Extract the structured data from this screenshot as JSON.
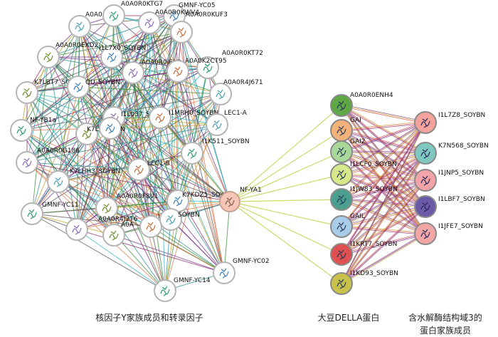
{
  "colors": {
    "node_fill": "#ffffff",
    "node_stroke": "#b5b5b5",
    "hub_fill": "#f6c6b6",
    "edge_colors": [
      "#2fb3c4",
      "#2c8f8f",
      "#3b8f3b",
      "#7a3a8c",
      "#8c2b6c",
      "#c4a22d",
      "#e07a4a",
      "#555555"
    ]
  },
  "diagram": {
    "left_cluster": {
      "caption": "核因子Y家族成员和转录因子",
      "nodes": [
        {
          "id": "n01",
          "label": "GMNF-YC05"
        },
        {
          "id": "n02",
          "label": "A0A0R0KTG7"
        },
        {
          "id": "n03",
          "label": "A0A0R0KWV4"
        },
        {
          "id": "n04",
          "label": "A0A0R0KUF3"
        },
        {
          "id": "n05",
          "label": "A0A0"
        },
        {
          "id": "n06",
          "label": "A0A0R0EXD2"
        },
        {
          "id": "n07",
          "label": "I1L7X0_SOYBN"
        },
        {
          "id": "n08",
          "label": "A0A0R0KT72"
        },
        {
          "id": "n09",
          "label": "A0A0R0IEV2"
        },
        {
          "id": "n10",
          "label": "A0A0K2CT95"
        },
        {
          "id": "n11",
          "label": "A0A0R4J671"
        },
        {
          "id": "n12",
          "label": "K7LBT7_SOYBN"
        },
        {
          "id": "n13",
          "label": "QU_SOYBN"
        },
        {
          "id": "n14",
          "label": "NF-YB1a"
        },
        {
          "id": "n15",
          "label": "I1L037_SOYBN"
        },
        {
          "id": "n16",
          "label": "I1MRH0_SOYBN"
        },
        {
          "id": "n17",
          "label": "LEC1-A"
        },
        {
          "id": "n18",
          "label": "K7LYA1"
        },
        {
          "id": "n19",
          "label": "N"
        },
        {
          "id": "n20",
          "label": "I1K511_SOYBN"
        },
        {
          "id": "n21",
          "label": "A0A0R0G186"
        },
        {
          "id": "n22",
          "label": "LEC1-B"
        },
        {
          "id": "n23",
          "label": "K7LHH3_SOYBN"
        },
        {
          "id": "n24",
          "label": "A0A0R0F8V1"
        },
        {
          "id": "n25",
          "label": "K7KDZ5_SOYBN"
        },
        {
          "id": "n26",
          "label": "GMNF-YC11"
        },
        {
          "id": "n27",
          "label": "A0A0R4J2T6"
        },
        {
          "id": "n28",
          "label": "I1K"
        },
        {
          "id": "n29",
          "label": "SOYBN"
        },
        {
          "id": "n30",
          "label": "A0A"
        },
        {
          "id": "n31",
          "label": "GMNF-YC02"
        },
        {
          "id": "n32",
          "label": "GMNF-YC14"
        }
      ]
    },
    "hub": {
      "id": "hub",
      "label": "NF-YA1"
    },
    "della": {
      "caption": "大豆DELLA蛋白",
      "nodes": [
        {
          "id": "d1",
          "label": "A0A0R0ENH4",
          "color": "#5fa845"
        },
        {
          "id": "d2",
          "label": "GAI",
          "color": "#f2b27a"
        },
        {
          "id": "d3",
          "label": "GAI2",
          "color": "#a8d89a"
        },
        {
          "id": "d4",
          "label": "I1LCF0_SOYBN",
          "color": "#d6e88a"
        },
        {
          "id": "d5",
          "label": "I1JW83_SOYBN",
          "color": "#4a9f8e"
        },
        {
          "id": "d6",
          "label": "GAIL",
          "color": "#a9cde8"
        },
        {
          "id": "d7",
          "label": "I1KRT7_SOYBN",
          "color": "#e05050"
        },
        {
          "id": "d8",
          "label": "I1KD93_SOYBN",
          "color": "#c9c24a"
        }
      ]
    },
    "hydrolase": {
      "caption": "含水解酶结构域3的\n蛋白家族成员",
      "nodes": [
        {
          "id": "h1",
          "label": "I1L7Z8_SOYBN",
          "color": "#f4a39c"
        },
        {
          "id": "h2",
          "label": "K7N568_SOYBN",
          "color": "#7fc8c0"
        },
        {
          "id": "h3",
          "label": "I1JNP5_SOYBN",
          "color": "#f2a3a8"
        },
        {
          "id": "h4",
          "label": "I1LBF7_SOYBN",
          "color": "#6a5aa8"
        },
        {
          "id": "h5",
          "label": "I1JFE7_SOYBN",
          "color": "#f3a6a6"
        }
      ]
    }
  }
}
